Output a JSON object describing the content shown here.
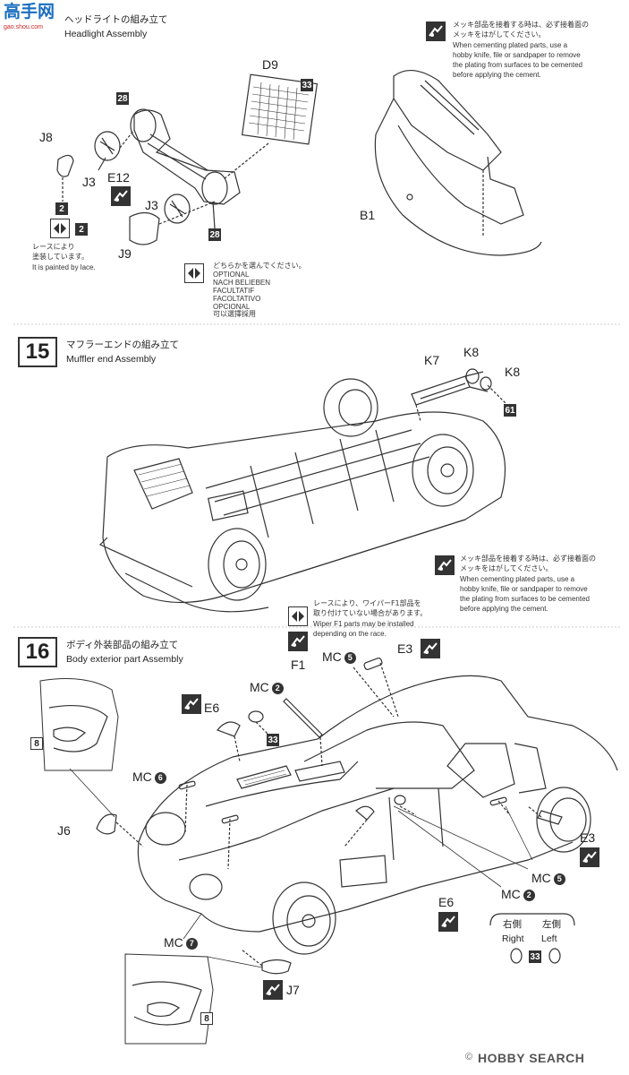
{
  "logo": {
    "text": "高手网",
    "sub": "gao.shou.com"
  },
  "step14": {
    "title_jp": "ヘッドライトの組み立て",
    "title_en": "Headlight Assembly",
    "parts": [
      "J8",
      "J3",
      "E12",
      "J3",
      "J9",
      "D9",
      "B1"
    ],
    "paints": [
      "28",
      "28",
      "33",
      "2",
      "2"
    ],
    "lace_note_jp": [
      "レースにより",
      "塗装しています。"
    ],
    "lace_note_en": "It is painted by lace.",
    "optional_jp": "どちらかを選んでください。",
    "optional_langs": [
      "OPTIONAL",
      "NACH BELIEBEN",
      "FACULTATIF",
      "FACOLTATIVO",
      "OPCIONAL",
      "可以選擇採用"
    ],
    "cement_note_jp": [
      "メッキ部品を接着する時は、必ず接着面の",
      "メッキをはがしてください。"
    ],
    "cement_note_en": [
      "When cementing plated parts, use a",
      "hobby knife, file or sandpaper to remove",
      "the plating from surfaces to be cemented",
      "before applying the cement."
    ]
  },
  "step15": {
    "number": "15",
    "title_jp": "マフラーエンドの組み立て",
    "title_en": "Muffler end Assembly",
    "parts": [
      "K7",
      "K8",
      "K8"
    ],
    "paints": [
      "61"
    ],
    "cement_note_jp": [
      "メッキ部品を接着する時は、必ず接着面の",
      "メッキをはがしてください。"
    ],
    "cement_note_en": [
      "When cementing plated parts, use a",
      "hobby knife, file or sandpaper to remove",
      "the plating from surfaces to be cemented",
      "before applying the cement."
    ]
  },
  "step16": {
    "number": "16",
    "title_jp": "ボディ外装部品の組み立て",
    "title_en": "Body exterior part Assembly",
    "wiper_note_jp": [
      "レースにより、ワイパーF1部品を",
      "取り付けていない場合があります。"
    ],
    "wiper_note_en": [
      "Wiper F1 parts may be installed",
      "depending on the race."
    ],
    "parts": {
      "f1": "F1",
      "mc5_top": "MC",
      "e3_top": "E3",
      "mc2_top": "MC",
      "e6_top": "E6",
      "mc6": "MC",
      "j6": "J6",
      "e3_right": "E3",
      "mc5_right": "MC",
      "mc2_right": "MC",
      "e6_bottom": "E6",
      "mc7": "MC",
      "j7": "J7"
    },
    "mc_numbers": {
      "mc5_top": "5",
      "mc2_top": "2",
      "mc6": "6",
      "mc5_right": "5",
      "mc2_right": "2",
      "mc7": "7"
    },
    "paints": {
      "e6_top": "33",
      "inset_top": "8",
      "inset_bottom": "8",
      "side": "33"
    },
    "side_jp": {
      "right": "右側",
      "left": "左側"
    },
    "side_en": {
      "right": "Right",
      "left": "Left"
    }
  },
  "footer": {
    "brand": "HOBBY SEARCH",
    "copyright": "© "
  }
}
